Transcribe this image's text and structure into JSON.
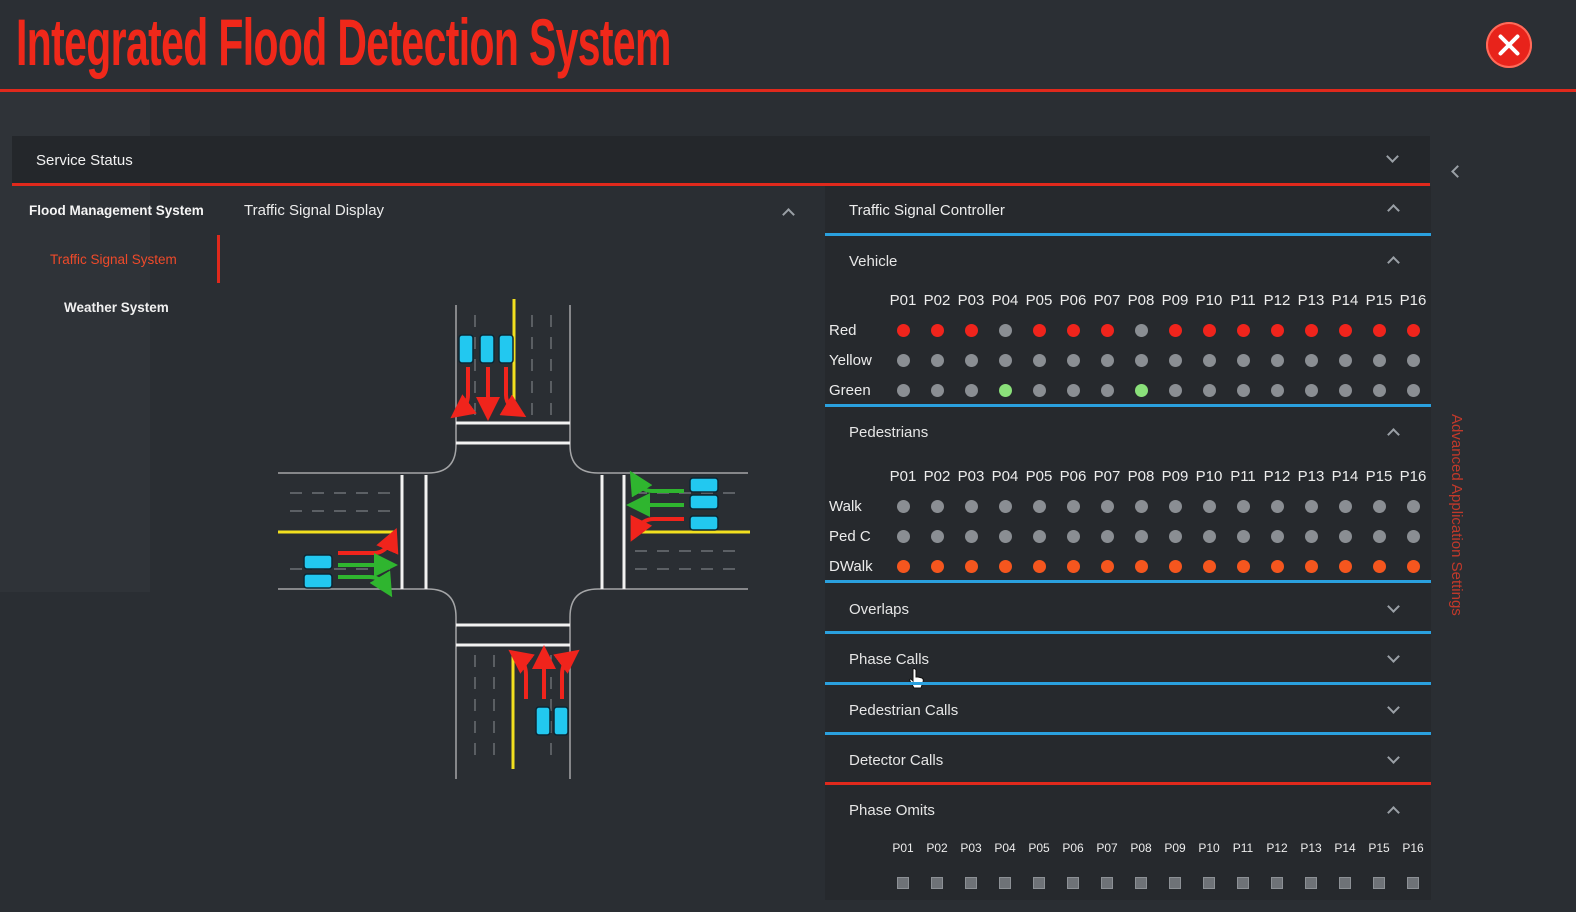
{
  "app": {
    "title": "Integrated Flood Detection System"
  },
  "service": {
    "label": "Service Status"
  },
  "nav": {
    "items": [
      {
        "label": "Flood Management System"
      },
      {
        "label": "Traffic Signal System"
      },
      {
        "label": "Weather System"
      }
    ]
  },
  "display": {
    "title": "Traffic Signal Display"
  },
  "controller": {
    "title": "Traffic Signal Controller",
    "phases": [
      "P01",
      "P02",
      "P03",
      "P04",
      "P05",
      "P06",
      "P07",
      "P08",
      "P09",
      "P10",
      "P11",
      "P12",
      "P13",
      "P14",
      "P15",
      "P16"
    ],
    "vehicle": {
      "title": "Vehicle",
      "rows": [
        {
          "label": "Red",
          "states": [
            "red",
            "red",
            "red",
            "off",
            "red",
            "red",
            "red",
            "off",
            "red",
            "red",
            "red",
            "red",
            "red",
            "red",
            "red",
            "red"
          ]
        },
        {
          "label": "Yellow",
          "states": [
            "off",
            "off",
            "off",
            "off",
            "off",
            "off",
            "off",
            "off",
            "off",
            "off",
            "off",
            "off",
            "off",
            "off",
            "off",
            "off"
          ]
        },
        {
          "label": "Green",
          "states": [
            "off",
            "off",
            "off",
            "green",
            "off",
            "off",
            "off",
            "green",
            "off",
            "off",
            "off",
            "off",
            "off",
            "off",
            "off",
            "off"
          ]
        }
      ]
    },
    "pedestrians": {
      "title": "Pedestrians",
      "rows": [
        {
          "label": "Walk",
          "states": [
            "off",
            "off",
            "off",
            "off",
            "off",
            "off",
            "off",
            "off",
            "off",
            "off",
            "off",
            "off",
            "off",
            "off",
            "off",
            "off"
          ]
        },
        {
          "label": "Ped C",
          "states": [
            "off",
            "off",
            "off",
            "off",
            "off",
            "off",
            "off",
            "off",
            "off",
            "off",
            "off",
            "off",
            "off",
            "off",
            "off",
            "off"
          ]
        },
        {
          "label": "DWalk",
          "states": [
            "orange",
            "orange",
            "orange",
            "orange",
            "orange",
            "orange",
            "orange",
            "orange",
            "orange",
            "orange",
            "orange",
            "orange",
            "orange",
            "orange",
            "orange",
            "orange"
          ]
        }
      ]
    },
    "sections": {
      "overlaps": "Overlaps",
      "phase_calls": "Phase Calls",
      "pedestrian_calls": "Pedestrian Calls",
      "detector_calls": "Detector Calls",
      "phase_omits": "Phase Omits"
    }
  },
  "side_panel": {
    "label": "Advanced Application Settings"
  },
  "colors": {
    "accent_red": "#e0291c",
    "accent_blue": "#2aa0de",
    "signal_red": "#f0241c",
    "signal_green": "#8ae07a",
    "dont_walk": "#f5561e",
    "inactive": "#8a8e93",
    "vehicle": "#22c8f0"
  },
  "icons": [
    "close-icon",
    "chevron-down-icon",
    "chevron-up-icon",
    "chevron-left-icon",
    "mouse-cursor-icon"
  ]
}
